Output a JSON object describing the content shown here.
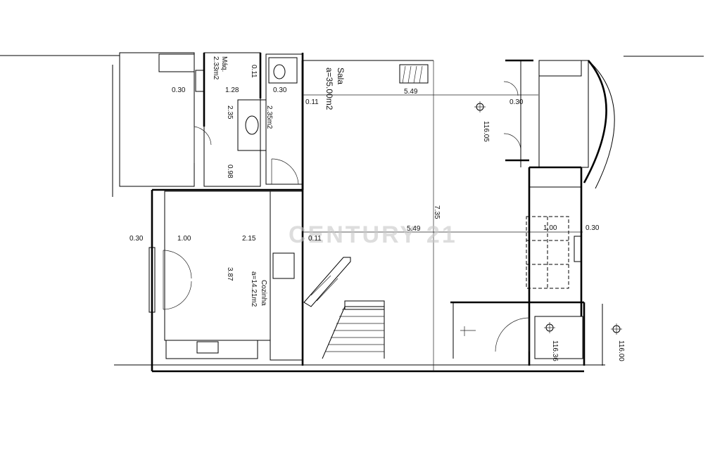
{
  "watermark": "CENTURY 21",
  "colors": {
    "line": "#000000",
    "background": "#ffffff",
    "watermark": "#c8c8c8"
  },
  "rooms": {
    "sala": {
      "name": "Sala",
      "area": "a=35.00m2"
    },
    "cozinha": {
      "name": "Cozinha",
      "area": "a=14.21m2"
    },
    "maq": {
      "name": "Máq.",
      "area": "2.33m2"
    },
    "wc": {
      "area": "2.35m2"
    }
  },
  "dimensions": {
    "d030_top": "0.30",
    "d128": "1.28",
    "d011_top": "0.11",
    "d030_wc": "0.30",
    "d011_sala": "0.11",
    "d549_top": "5.49",
    "d030_right": "0.30",
    "d235": "2.35",
    "d098": "0.98",
    "d735": "7.35",
    "d549_mid": "5.49",
    "d100_right": "1.00",
    "d030_far": "0.30",
    "d030_left": "0.30",
    "d100_left": "1.00",
    "d215": "2.15",
    "d011_mid": "0.11",
    "d387": "3.87"
  },
  "levels": {
    "l11605": "116.05",
    "l11636": "116.36",
    "l11600": "116.00"
  }
}
